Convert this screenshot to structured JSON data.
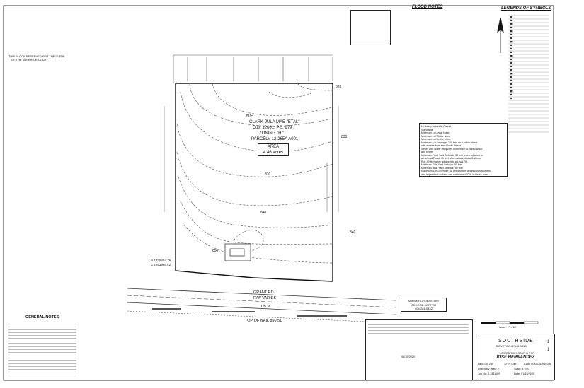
{
  "clerk_block": {
    "line1": "THIS BLOCK RESERVED FOR THE CLERK",
    "line2": "OF THE SUPERIOR COURT"
  },
  "flood_notes": {
    "title": "FLOOD NOTES"
  },
  "legend": {
    "title": "LEGENDS OF SYMBOLS"
  },
  "parcel": {
    "nf": "N/F",
    "owner": "CLARK-JULA MAE \"ETAL\"",
    "deed": "D.B. 12601, PG. 279",
    "zoning": "ZONING \"HI\"",
    "parcel_no": "PARCEL# 12-265A A001",
    "area_label": "AREA",
    "area_value": "4.46 acres"
  },
  "contours": {
    "c1": "820",
    "c2": "830",
    "c3": "830",
    "c4": "840",
    "c5": "840",
    "c6": "850"
  },
  "zoning_box": {
    "lines": [
      "HI Heavy Industrial District",
      "Standards",
      "Minimum Lot Area: None",
      "Minimum Lot Width: None",
      "Minimum Lot Depth: None",
      "Minimum Lot Frontage: 100 feet on a public street",
      "with access from said Public Street",
      "Sewer and Water: Requires connection to public water",
      "and sewer",
      "Minimum Front Yard Setback: 50 feet when adjacent to",
      "an Arterial Road; 40 feet when adjacent to a Collector",
      "Rd.; 40 feet when adjacent to a Local Rd.",
      "Minimum Side Yard Setback: 50 feet",
      "Minimum Rear Yard Setback: 50 feet",
      "Maximum Lot Coverage: All primary and accessory structures,",
      "and impervious surface can not exceed 70% of the lot area"
    ]
  },
  "coords": {
    "n": "N 1329454.76",
    "e": "E 2253985.42"
  },
  "road": {
    "name": "GRANT RD.",
    "rw": "R/W VARIES",
    "tbm": "T.B.M.",
    "nail": "TOP OF NAIL 850.51"
  },
  "general_notes": {
    "title": "GENERAL NOTES"
  },
  "survey_ordered": {
    "l1": "SURVEY ORDERED BY",
    "l2": "GEORGE HARPER",
    "l3": "404-281-0442"
  },
  "title_block": {
    "firm": "SOUTHSIDE",
    "firm_sub": "SURVEYING & PLANNING",
    "doc_type": "LIMITED TOPOGRAPHY FOR",
    "client": "JOSE HERNANDEZ",
    "land_lot": "Land Lot 240",
    "district": "12TH Dist.",
    "county": "CLAYTON County, GA",
    "drawn": "Drawn By: Nate P.",
    "scale": "Scale: 1\"=40'",
    "job": "Job No: 2-3111199",
    "date": "Date: 01/15/2020",
    "sheet": "1",
    "sheet_of": "1",
    "scale_bar": "Scale: 1\" = 40'",
    "sig_date": "01/16/2020"
  }
}
